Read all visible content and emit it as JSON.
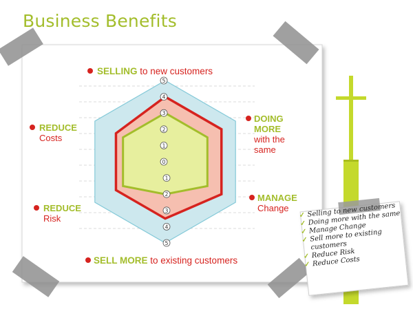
{
  "page_title": "Business Benefits",
  "colors": {
    "accent_green": "#a3bd2b",
    "accent_red": "#d6231f",
    "hex_blue": "#cde8ee",
    "hex_blue_stroke": "#84c9d8",
    "area_pink": "#f6bfb0",
    "area_yellow": "#e7ef9e"
  },
  "labels": {
    "selling": {
      "strong": "SELLING",
      "rest": " to new customers"
    },
    "doing_more": {
      "line1": "DOING",
      "line2": "MORE",
      "line3": "with the",
      "line4": "same"
    },
    "manage": {
      "line1": "MANAGE",
      "line2": "Change"
    },
    "sell_more": {
      "strong": "SELL MORE",
      "rest": " to existing customers"
    },
    "reduce_risk": {
      "line1": "REDUCE",
      "line2": "Risk"
    },
    "reduce_costs": {
      "line1": "REDUCE",
      "line2": "Costs"
    }
  },
  "checklist": [
    "Selling to new customers",
    "Doing more with the same",
    "Manage Change",
    "Sell more to existing customers",
    "Reduce Risk",
    "Reduce Costs"
  ],
  "chart_data": {
    "type": "radar",
    "axes": [
      "SELLING to new customers",
      "DOING MORE with the same",
      "MANAGE Change",
      "SELL MORE to existing customers",
      "REDUCE Risk",
      "REDUCE Costs"
    ],
    "scale_min": 0,
    "scale_max": 5,
    "scale_ticks_up": [
      "0",
      "1",
      "2",
      "3",
      "4",
      "5"
    ],
    "scale_ticks_down": [
      "1",
      "2",
      "3",
      "4",
      "5"
    ],
    "series": [
      {
        "values": [
          5,
          5,
          5,
          5,
          5,
          5
        ],
        "color": "#cde8ee"
      },
      {
        "values": [
          4,
          4,
          4,
          3.5,
          3.5,
          3.5
        ],
        "color": "#d6231f"
      },
      {
        "values": [
          3,
          3,
          3,
          2,
          3,
          3
        ],
        "color": "#a3bd2b"
      }
    ]
  }
}
